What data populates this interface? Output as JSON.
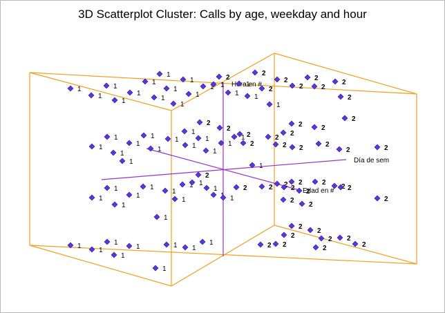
{
  "chart_data": {
    "type": "scatter",
    "subtype": "3d-scatter",
    "title": "3D Scatterplot Cluster: Calls by age, weekday and hour",
    "axes": {
      "x": "Día de sem",
      "y": "Hora en #",
      "z": "Edad en #"
    },
    "box_color": "#f0a01e",
    "axis_color": "#9b30c8",
    "marker_color": "#5b34e6",
    "marker_shape": "diamond",
    "clusters": [
      "1",
      "2"
    ],
    "points": [
      {
        "sx": 230,
        "sy": 106,
        "c": "1"
      },
      {
        "sx": 101,
        "sy": 127,
        "c": "1"
      },
      {
        "sx": 131,
        "sy": 137,
        "c": "1"
      },
      {
        "sx": 153,
        "sy": 123,
        "c": "1"
      },
      {
        "sx": 165,
        "sy": 144,
        "c": "1"
      },
      {
        "sx": 187,
        "sy": 133,
        "c": "1"
      },
      {
        "sx": 209,
        "sy": 117,
        "c": "1"
      },
      {
        "sx": 222,
        "sy": 140,
        "c": "1"
      },
      {
        "sx": 240,
        "sy": 127,
        "c": "1"
      },
      {
        "sx": 250,
        "sy": 149,
        "c": "1"
      },
      {
        "sx": 264,
        "sy": 114,
        "c": "1"
      },
      {
        "sx": 272,
        "sy": 135,
        "c": "1"
      },
      {
        "sx": 293,
        "sy": 124,
        "c": "1"
      },
      {
        "sx": 316,
        "sy": 110,
        "c": "2"
      },
      {
        "sx": 308,
        "sy": 121,
        "c": "1"
      },
      {
        "sx": 329,
        "sy": 133,
        "c": "1"
      },
      {
        "sx": 345,
        "sy": 120,
        "c": "1"
      },
      {
        "sx": 357,
        "sy": 138,
        "c": "1"
      },
      {
        "sx": 368,
        "sy": 104,
        "c": "2"
      },
      {
        "sx": 378,
        "sy": 127,
        "c": "2"
      },
      {
        "sx": 400,
        "sy": 114,
        "c": "2"
      },
      {
        "sx": 389,
        "sy": 150,
        "c": "1"
      },
      {
        "sx": 422,
        "sy": 123,
        "c": "2"
      },
      {
        "sx": 444,
        "sy": 111,
        "c": "2"
      },
      {
        "sx": 454,
        "sy": 124,
        "c": "2"
      },
      {
        "sx": 484,
        "sy": 117,
        "c": "2"
      },
      {
        "sx": 492,
        "sy": 139,
        "c": "2"
      },
      {
        "sx": 498,
        "sy": 170,
        "c": "2"
      },
      {
        "sx": 288,
        "sy": 176,
        "c": "2"
      },
      {
        "sx": 266,
        "sy": 189,
        "c": "1"
      },
      {
        "sx": 317,
        "sy": 184,
        "c": "2"
      },
      {
        "sx": 346,
        "sy": 193,
        "c": "2"
      },
      {
        "sx": 421,
        "sy": 178,
        "c": "2"
      },
      {
        "sx": 454,
        "sy": 183,
        "c": "2"
      },
      {
        "sx": 409,
        "sy": 191,
        "c": "2"
      },
      {
        "sx": 154,
        "sy": 197,
        "c": "1"
      },
      {
        "sx": 207,
        "sy": 195,
        "c": "1"
      },
      {
        "sx": 217,
        "sy": 214,
        "c": "1"
      },
      {
        "sx": 242,
        "sy": 200,
        "c": "1"
      },
      {
        "sx": 132,
        "sy": 211,
        "c": "1"
      },
      {
        "sx": 163,
        "sy": 220,
        "c": "1"
      },
      {
        "sx": 186,
        "sy": 206,
        "c": "1"
      },
      {
        "sx": 176,
        "sy": 232,
        "c": "1"
      },
      {
        "sx": 267,
        "sy": 209,
        "c": "1"
      },
      {
        "sx": 286,
        "sy": 199,
        "c": "1"
      },
      {
        "sx": 297,
        "sy": 217,
        "c": "1"
      },
      {
        "sx": 319,
        "sy": 206,
        "c": "1"
      },
      {
        "sx": 338,
        "sy": 197,
        "c": "1"
      },
      {
        "sx": 351,
        "sy": 206,
        "c": "2"
      },
      {
        "sx": 364,
        "sy": 238,
        "c": "1"
      },
      {
        "sx": 387,
        "sy": 197,
        "c": "2"
      },
      {
        "sx": 398,
        "sy": 208,
        "c": "2"
      },
      {
        "sx": 422,
        "sy": 212,
        "c": "2"
      },
      {
        "sx": 460,
        "sy": 207,
        "c": "2"
      },
      {
        "sx": 490,
        "sy": 215,
        "c": "2"
      },
      {
        "sx": 545,
        "sy": 212,
        "c": "2"
      },
      {
        "sx": 286,
        "sy": 252,
        "c": "2"
      },
      {
        "sx": 263,
        "sy": 266,
        "c": "1"
      },
      {
        "sx": 154,
        "sy": 271,
        "c": "1"
      },
      {
        "sx": 132,
        "sy": 285,
        "c": "1"
      },
      {
        "sx": 165,
        "sy": 295,
        "c": "1"
      },
      {
        "sx": 186,
        "sy": 281,
        "c": "1"
      },
      {
        "sx": 206,
        "sy": 269,
        "c": "1"
      },
      {
        "sx": 238,
        "sy": 275,
        "c": "1"
      },
      {
        "sx": 252,
        "sy": 287,
        "c": "1"
      },
      {
        "sx": 277,
        "sy": 263,
        "c": "1"
      },
      {
        "sx": 298,
        "sy": 271,
        "c": "1"
      },
      {
        "sx": 308,
        "sy": 281,
        "c": "1"
      },
      {
        "sx": 322,
        "sy": 285,
        "c": "1"
      },
      {
        "sx": 341,
        "sy": 270,
        "c": "2"
      },
      {
        "sx": 378,
        "sy": 269,
        "c": "2"
      },
      {
        "sx": 400,
        "sy": 265,
        "c": "2"
      },
      {
        "sx": 410,
        "sy": 270,
        "c": "2"
      },
      {
        "sx": 421,
        "sy": 262,
        "c": "2"
      },
      {
        "sx": 432,
        "sy": 275,
        "c": "2"
      },
      {
        "sx": 455,
        "sy": 262,
        "c": "2"
      },
      {
        "sx": 483,
        "sy": 268,
        "c": "2"
      },
      {
        "sx": 492,
        "sy": 270,
        "c": "2"
      },
      {
        "sx": 409,
        "sy": 288,
        "c": "2"
      },
      {
        "sx": 436,
        "sy": 294,
        "c": "2"
      },
      {
        "sx": 545,
        "sy": 286,
        "c": "2"
      },
      {
        "sx": 226,
        "sy": 313,
        "c": "1"
      },
      {
        "sx": 421,
        "sy": 326,
        "c": "2"
      },
      {
        "sx": 448,
        "sy": 332,
        "c": "2"
      },
      {
        "sx": 410,
        "sy": 339,
        "c": "2"
      },
      {
        "sx": 464,
        "sy": 344,
        "c": "2"
      },
      {
        "sx": 491,
        "sy": 343,
        "c": "2"
      },
      {
        "sx": 513,
        "sy": 352,
        "c": "2"
      },
      {
        "sx": 456,
        "sy": 357,
        "c": "2"
      },
      {
        "sx": 376,
        "sy": 353,
        "c": "2"
      },
      {
        "sx": 398,
        "sy": 352,
        "c": "2"
      },
      {
        "sx": 101,
        "sy": 354,
        "c": "1"
      },
      {
        "sx": 132,
        "sy": 360,
        "c": "1"
      },
      {
        "sx": 154,
        "sy": 349,
        "c": "1"
      },
      {
        "sx": 164,
        "sy": 368,
        "c": "1"
      },
      {
        "sx": 186,
        "sy": 355,
        "c": "1"
      },
      {
        "sx": 240,
        "sy": 353,
        "c": "1"
      },
      {
        "sx": 267,
        "sy": 357,
        "c": "1"
      },
      {
        "sx": 292,
        "sy": 349,
        "c": "1"
      },
      {
        "sx": 224,
        "sy": 387,
        "c": "1"
      }
    ]
  }
}
